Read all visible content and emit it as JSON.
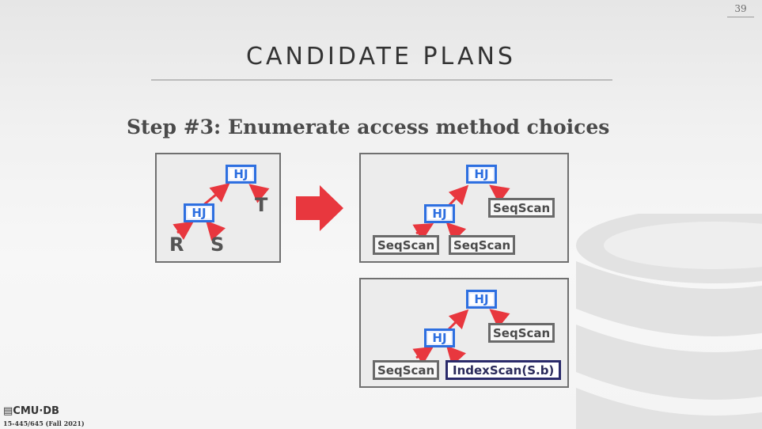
{
  "page_number": "39",
  "title": "CANDIDATE PLANS",
  "step_heading": "Step #3: Enumerate access method choices",
  "left_plan": {
    "root": "HJ",
    "inner": "HJ",
    "leaf_r": "R",
    "leaf_s": "S",
    "leaf_t": "T"
  },
  "plan_a": {
    "root": "HJ",
    "inner": "HJ",
    "scan_t": "SeqScan",
    "scan_r": "SeqScan",
    "scan_s": "SeqScan"
  },
  "plan_b": {
    "root": "HJ",
    "inner": "HJ",
    "scan_t": "SeqScan",
    "scan_r": "SeqScan",
    "scan_s": "IndexScan(S.b)"
  },
  "footer": {
    "logo": "CMU·DB",
    "course": "15-445/645 (Fall 2021)"
  },
  "colors": {
    "hj_blue": "#2d6fe0",
    "edge_red": "#e8373e",
    "arrow_red": "#e8373e",
    "scan_gray": "#6a6a6a",
    "index_navy": "#2a2a6a"
  }
}
